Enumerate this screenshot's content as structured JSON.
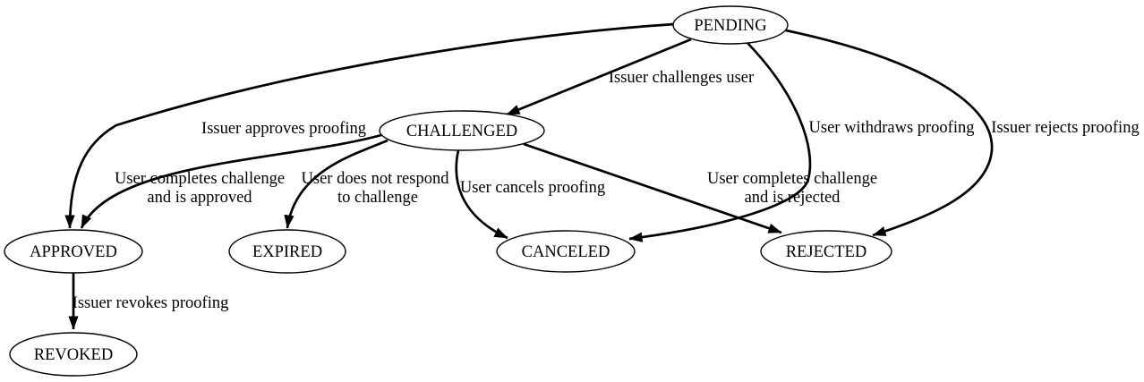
{
  "diagram": {
    "type": "state-transition-graph",
    "background_color": "#ffffff",
    "line_color": "#000000",
    "node_fill_color": "#ffffff",
    "nodes": {
      "pending": {
        "label": "PENDING"
      },
      "challenged": {
        "label": "CHALLENGED"
      },
      "approved": {
        "label": "APPROVED"
      },
      "expired": {
        "label": "EXPIRED"
      },
      "canceled": {
        "label": "CANCELED"
      },
      "rejected": {
        "label": "REJECTED"
      },
      "revoked": {
        "label": "REVOKED"
      }
    },
    "edges": {
      "pending_challenged": {
        "from": "PENDING",
        "to": "CHALLENGED",
        "label": "Issuer challenges user"
      },
      "pending_approved": {
        "from": "PENDING",
        "to": "APPROVED",
        "label": "Issuer approves proofing"
      },
      "pending_canceled": {
        "from": "PENDING",
        "to": "CANCELED",
        "label": "User withdraws proofing"
      },
      "pending_rejected": {
        "from": "PENDING",
        "to": "REJECTED",
        "label": "Issuer rejects proofing"
      },
      "challenged_approved": {
        "from": "CHALLENGED",
        "to": "APPROVED",
        "label_line1": "User completes challenge",
        "label_line2": "and is approved"
      },
      "challenged_expired": {
        "from": "CHALLENGED",
        "to": "EXPIRED",
        "label_line1": "User does not respond",
        "label_line2": "to challenge"
      },
      "challenged_canceled": {
        "from": "CHALLENGED",
        "to": "CANCELED",
        "label": "User cancels proofing"
      },
      "challenged_rejected": {
        "from": "CHALLENGED",
        "to": "REJECTED",
        "label_line1": "User completes challenge",
        "label_line2": "and is rejected"
      },
      "approved_revoked": {
        "from": "APPROVED",
        "to": "REVOKED",
        "label": "Issuer revokes proofing"
      }
    }
  }
}
